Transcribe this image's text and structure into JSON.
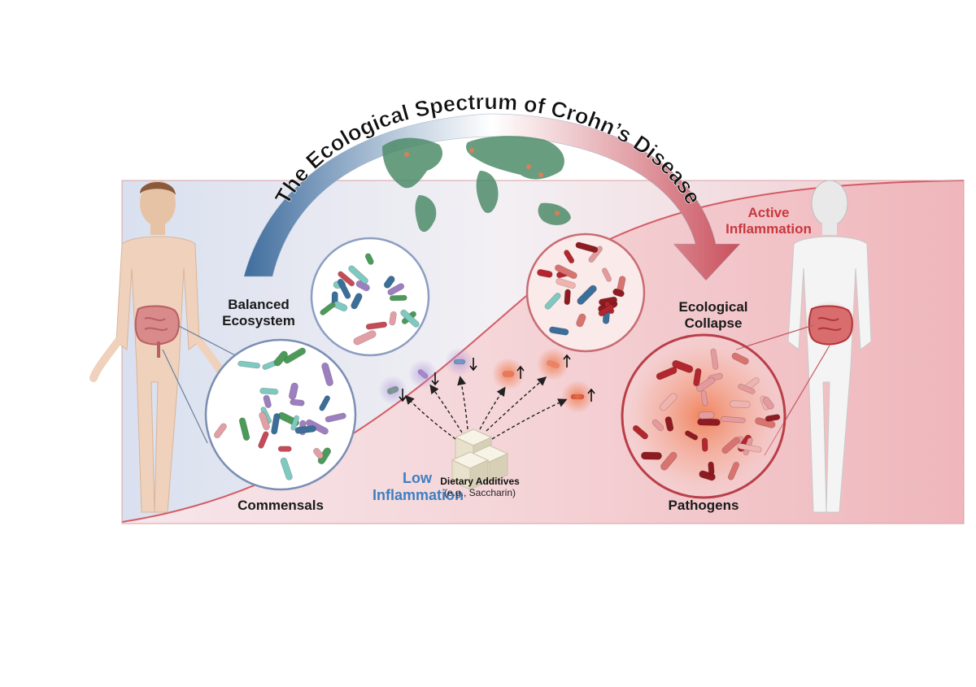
{
  "title": "The Ecological Spectrum of Crohn’s Disease",
  "labels": {
    "balanced_line1": "Balanced",
    "balanced_line2": "Ecosystem",
    "commensals": "Commensals",
    "low_inflammation_line1": "Low",
    "low_inflammation_line2": "Inflammation",
    "dietary_line1": "Dietary Additives",
    "dietary_line2": "(e.g., Saccharin)",
    "ecological_line1": "Ecological",
    "ecological_line2": "Collapse",
    "active_inflammation_line1": "Active",
    "active_inflammation_line2": "Inflammation",
    "pathogens": "Pathogens"
  },
  "colors": {
    "healthy_blue": "#3d7fc2",
    "inflamed_red": "#c8383f",
    "arc_start": "#3f6d9e",
    "arc_end": "#c9505c",
    "world_map": "#4f8c6a"
  },
  "icons": [
    "healthy-human-figure",
    "inflamed-human-figure",
    "world-map",
    "sugar-cubes",
    "bacteria-cluster"
  ]
}
